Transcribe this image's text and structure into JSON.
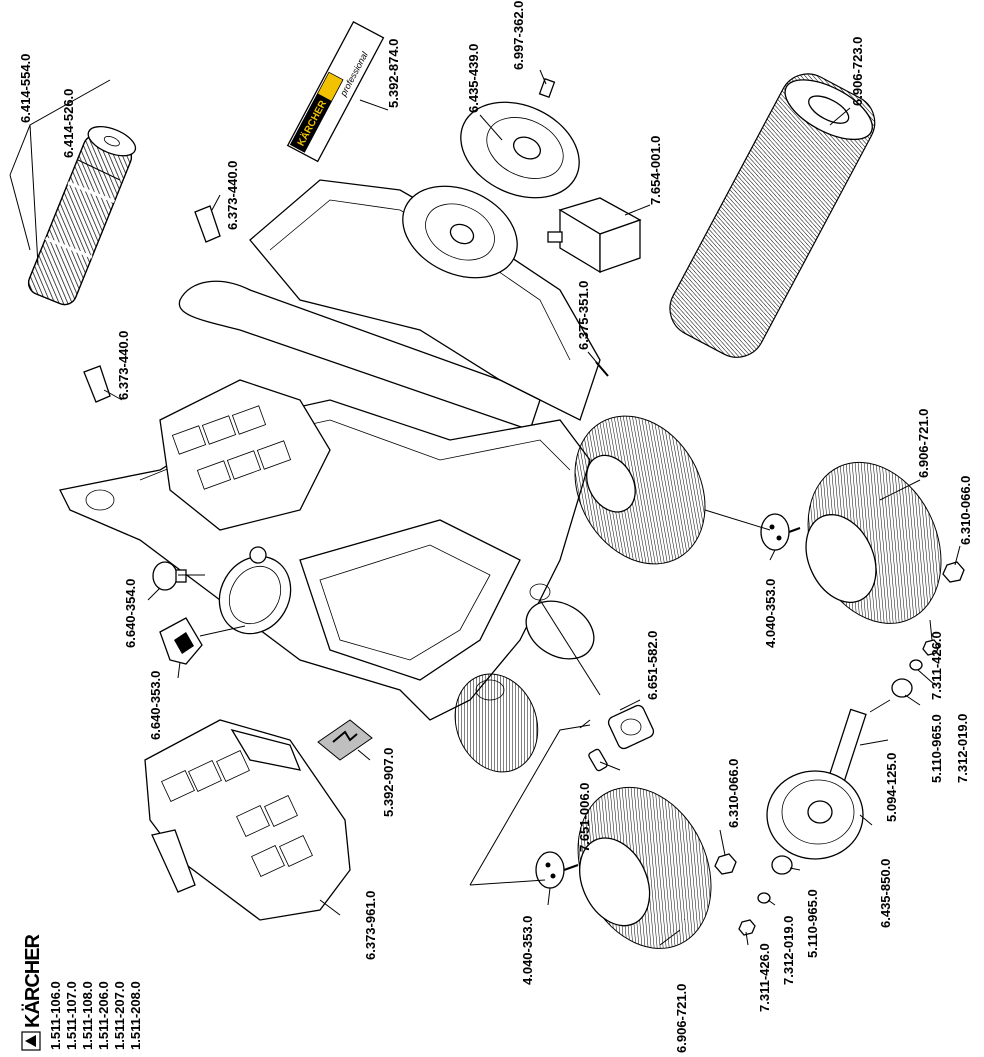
{
  "brand": {
    "name": "KÄRCHER",
    "slogan": "professional"
  },
  "models": [
    "1.511-106.0",
    "1.511-107.0",
    "1.511-108.0",
    "1.511-206.0",
    "1.511-207.0",
    "1.511-208.0"
  ],
  "parts": {
    "p6414554": "6.414-554.0",
    "p6414526": "6.414-526.0",
    "p6373440a": "6.373-440.0",
    "p6373440b": "6.373-440.0",
    "p5392874": "5.392-874.0",
    "p6435439": "6.435-439.0",
    "p6997362": "6.997-362.0",
    "p7654001": "7.654-001.0",
    "p6906723": "6.906-723.0",
    "p6375351": "6.375-351.0",
    "p6906721a": "6.906-721.0",
    "p6310066a": "6.310-066.0",
    "p4040353a": "4.040-353.0",
    "p7311426a": "7.311-426.0",
    "p7312019a": "7.312-019.0",
    "p5110965a": "5.110-965.0",
    "p5094125": "5.094-125.0",
    "p6435850": "6.435-850.0",
    "p5110965b": "5.110-965.0",
    "p7312019b": "7.312-019.0",
    "p7311426b": "7.311-426.0",
    "p6310066b": "6.310-066.0",
    "p6906721b": "6.906-721.0",
    "p4040353b": "4.040-353.0",
    "p7651006": "7.651-006.0",
    "p6651582": "6.651-582.0",
    "p5392907": "5.392-907.0",
    "p6373961": "6.373-961.0",
    "p6640354": "6.640-354.0",
    "p6640353": "6.640-353.0"
  }
}
